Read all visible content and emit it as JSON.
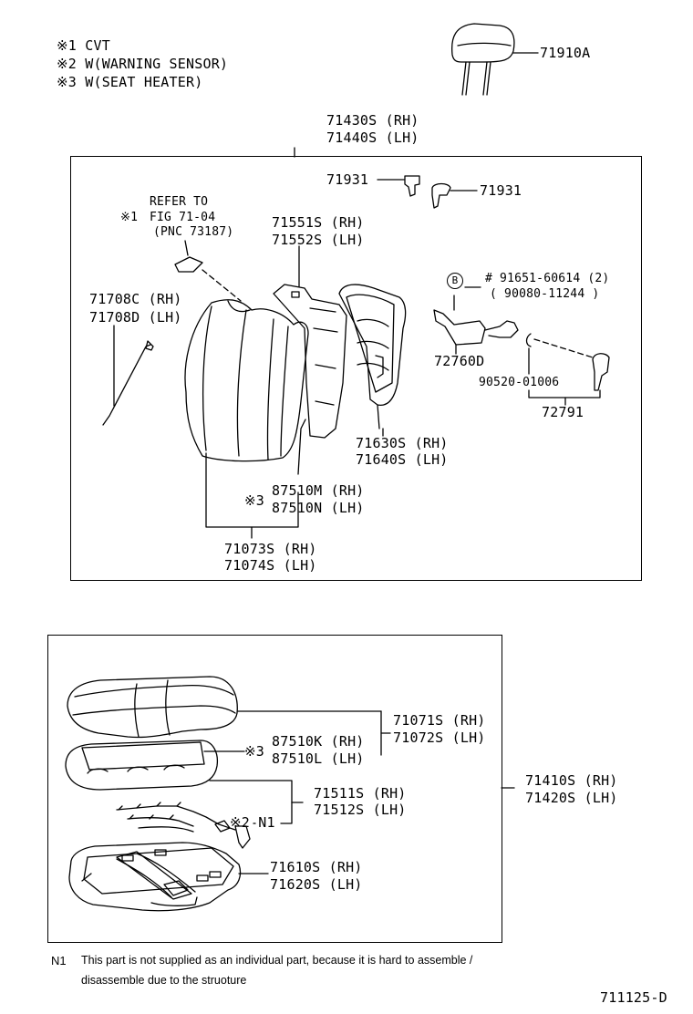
{
  "legend": [
    {
      "mark": "※1",
      "text": "CVT"
    },
    {
      "mark": "※2",
      "text": "W(WARNING SENSOR)"
    },
    {
      "mark": "※3",
      "text": "W(SEAT HEATER)"
    }
  ],
  "headrest": {
    "part": "71910A"
  },
  "seatback": {
    "assy_rh": "71430S (RH)",
    "assy_lh": "71440S (LH)",
    "clip_1": "71931",
    "clip_2": "71931",
    "refer_1": "REFER TO",
    "refer_mark": "※1",
    "refer_2": "FIG 71-04",
    "refer_3": "(PNC 73187)",
    "pad_rh": "71551S (RH)",
    "pad_lh": "71552S (LH)",
    "rod_rh": "71708C (RH)",
    "rod_lh": "71708D (LH)",
    "bolt_mark": "B",
    "bolt_1": "# 91651-60614 (2)",
    "bolt_2": "( 90080-11244 )",
    "lumbar": "72760D",
    "spring": "90520-01006",
    "lever": "72791",
    "frame_rh": "71630S (RH)",
    "frame_lh": "71640S (LH)",
    "heater_mark": "※3",
    "heater_rh": "87510M (RH)",
    "heater_lh": "87510N (LH)",
    "cover_rh": "71073S (RH)",
    "cover_lh": "71074S (LH)"
  },
  "cushion": {
    "cover_rh": "71071S (RH)",
    "cover_lh": "71072S (LH)",
    "heater_mark": "※3",
    "heater_rh": "87510K (RH)",
    "heater_lh": "87510L (LH)",
    "pad_rh": "71511S (RH)",
    "pad_lh": "71512S (LH)",
    "sensor_mark": "※2",
    "sensor_note": "N1",
    "assy_rh": "71410S (RH)",
    "assy_lh": "71420S (LH)",
    "frame_rh": "71610S (RH)",
    "frame_lh": "71620S (LH)"
  },
  "footnote": {
    "mark": "N1",
    "line1": "This part is not supplied as an individual part, because it is hard to assemble /",
    "line2": "disassemble due to the struoture"
  },
  "figure_code": "711125-D"
}
